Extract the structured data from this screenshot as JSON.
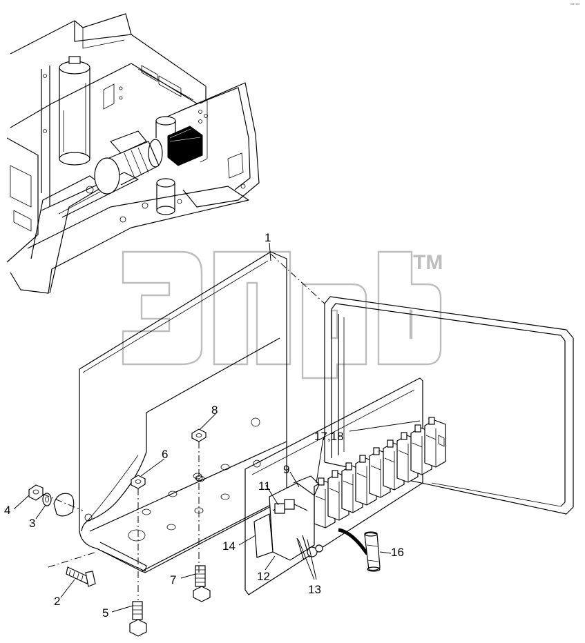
{
  "drawing_code": "*** ***",
  "watermark_mark": "TM",
  "callouts": [
    {
      "id": "c1",
      "label": "1"
    },
    {
      "id": "c2",
      "label": "2"
    },
    {
      "id": "c3",
      "label": "3"
    },
    {
      "id": "c4",
      "label": "4"
    },
    {
      "id": "c5",
      "label": "5"
    },
    {
      "id": "c6",
      "label": "6"
    },
    {
      "id": "c7",
      "label": "7"
    },
    {
      "id": "c8",
      "label": "8"
    },
    {
      "id": "c9",
      "label": "9"
    },
    {
      "id": "c11",
      "label": "11"
    },
    {
      "id": "c12",
      "label": "12"
    },
    {
      "id": "c13",
      "label": "13"
    },
    {
      "id": "c14",
      "label": "14"
    },
    {
      "id": "c16",
      "label": "16"
    },
    {
      "id": "c17",
      "label": "17,18"
    }
  ],
  "colors": {
    "line": "#000000",
    "watermark": "#bdbdbd",
    "background": "#ffffff"
  }
}
